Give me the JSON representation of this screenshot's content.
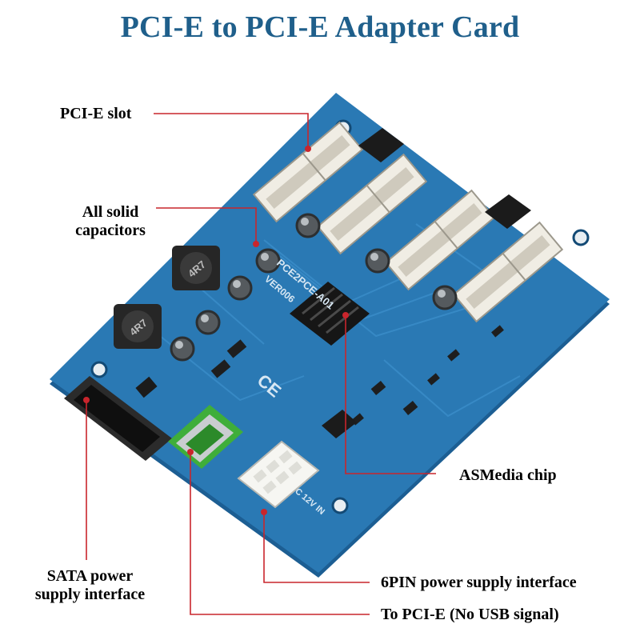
{
  "title": "PCI-E to PCI-E Adapter Card",
  "callouts": {
    "pcie_slot": "PCI-E slot",
    "capacitors_line1": "All solid",
    "capacitors_line2": "capacitors",
    "asmedia_chip": "ASMedia chip",
    "sata_line1": "SATA power",
    "sata_line2": "supply interface",
    "sixpin": "6PIN power supply interface",
    "to_pcie": "To PCI-E (No USB signal)"
  },
  "board_markings": {
    "model": "PCE2PCE-A01",
    "version": "VER006",
    "dc_label": "DC 12V IN",
    "inductor_label": "4R7",
    "ce_mark": "CE"
  },
  "colors": {
    "title": "#1f5f8b",
    "pcb": "#2a79b4",
    "pcb_edge": "#1c5e93",
    "leader_line": "#c9252c",
    "slot": "#f0ede4",
    "connector_green": "#3fae3a"
  }
}
